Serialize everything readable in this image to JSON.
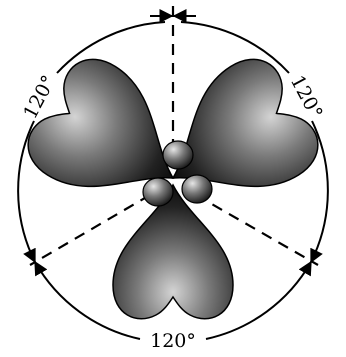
{
  "figure": {
    "angle_labels": {
      "upper_left": "120°",
      "upper_right": "120°",
      "bottom": "120°"
    },
    "lobe_count": 3,
    "central_sphere_count": 3,
    "colors": {
      "line": "#000000",
      "background": "#ffffff",
      "lobe_dark": "#0c0c0c",
      "lobe_light": "#cfcfcf"
    }
  }
}
